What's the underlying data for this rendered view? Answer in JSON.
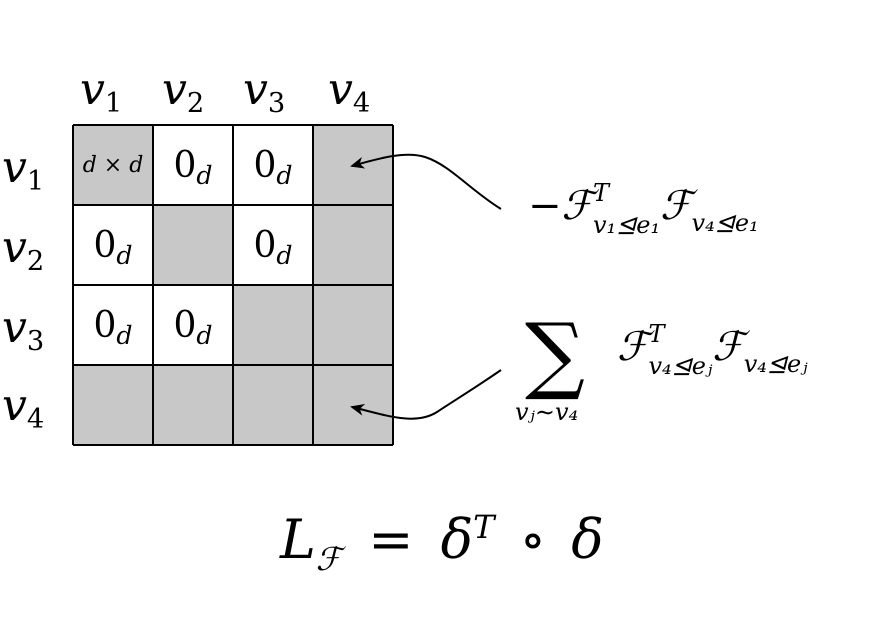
{
  "columns": [
    {
      "var": "v",
      "idx": "1"
    },
    {
      "var": "v",
      "idx": "2"
    },
    {
      "var": "v",
      "idx": "3"
    },
    {
      "var": "v",
      "idx": "4"
    }
  ],
  "rows": [
    {
      "var": "v",
      "idx": "1"
    },
    {
      "var": "v",
      "idx": "2"
    },
    {
      "var": "v",
      "idx": "3"
    },
    {
      "var": "v",
      "idx": "4"
    }
  ],
  "matrix": [
    [
      {
        "shade": true,
        "text": "d × d"
      },
      {
        "shade": false,
        "text": "0",
        "sub": "d"
      },
      {
        "shade": false,
        "text": "0",
        "sub": "d"
      },
      {
        "shade": true,
        "text": ""
      }
    ],
    [
      {
        "shade": false,
        "text": "0",
        "sub": "d"
      },
      {
        "shade": true,
        "text": ""
      },
      {
        "shade": false,
        "text": "0",
        "sub": "d"
      },
      {
        "shade": true,
        "text": ""
      }
    ],
    [
      {
        "shade": false,
        "text": "0",
        "sub": "d"
      },
      {
        "shade": false,
        "text": "0",
        "sub": "d"
      },
      {
        "shade": true,
        "text": ""
      },
      {
        "shade": true,
        "text": ""
      }
    ],
    [
      {
        "shade": true,
        "text": ""
      },
      {
        "shade": true,
        "text": ""
      },
      {
        "shade": true,
        "text": ""
      },
      {
        "shade": true,
        "text": ""
      }
    ]
  ],
  "colors": {
    "shade": "#c8c8c8",
    "line": "#000000",
    "background": "#ffffff"
  },
  "annotations": {
    "offdiag": {
      "prefix": "−",
      "F1": "ℱ",
      "sup1": "T",
      "sub1": "v₁⊴e₁",
      "F2": "ℱ",
      "sub2": "v₄⊴e₁"
    },
    "diag": {
      "sigma": "∑",
      "sigma_sub": "vⱼ∼v₄",
      "F1": "ℱ",
      "sup1": "T",
      "sub1": "v₄⊴eⱼ",
      "F2": "ℱ",
      "sub2": "v₄⊴eⱼ"
    }
  },
  "equation": {
    "lhs": "L",
    "lhs_sub": "ℱ",
    "eq": "=",
    "delta1": "δ",
    "sup": "T",
    "op": "∘",
    "delta2": "δ"
  }
}
